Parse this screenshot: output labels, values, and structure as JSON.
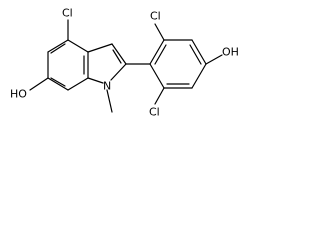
{
  "molecule": {
    "labels": {
      "cl_indole": "Cl",
      "cl_phenyl_top": "Cl",
      "cl_phenyl_bottom": "Cl",
      "oh_indole": "HO",
      "oh_phenyl": "OH",
      "nitrogen": "N"
    },
    "colors": {
      "bond": "#000000",
      "label": "#000000",
      "background": "#ffffff"
    }
  }
}
